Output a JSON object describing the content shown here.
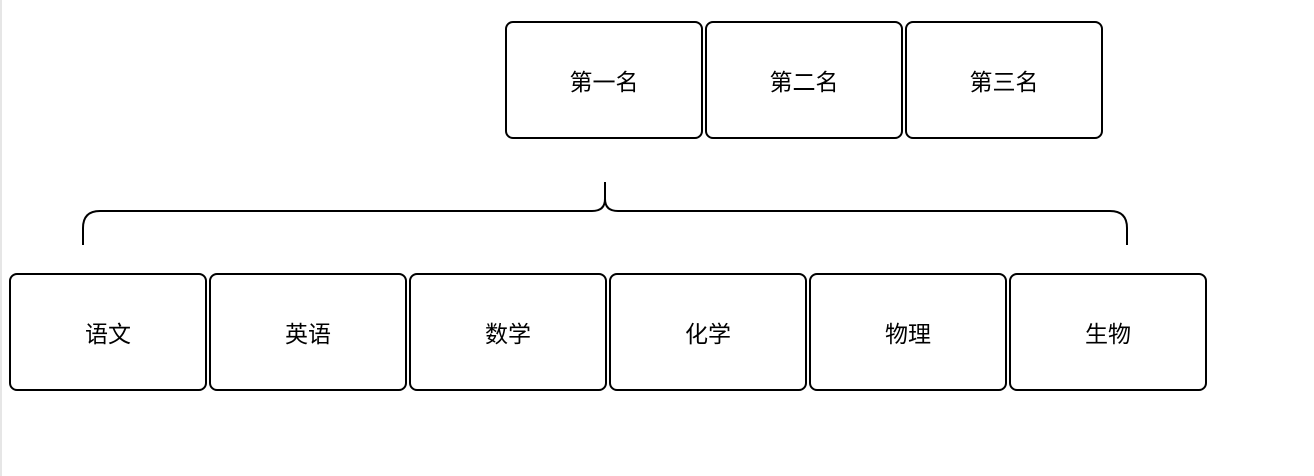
{
  "top_row": [
    {
      "label": "第一名"
    },
    {
      "label": "第二名"
    },
    {
      "label": "第三名"
    }
  ],
  "bottom_row": [
    {
      "label": "语文"
    },
    {
      "label": "英语"
    },
    {
      "label": "数学"
    },
    {
      "label": "化学"
    },
    {
      "label": "物理"
    },
    {
      "label": "生物"
    }
  ],
  "colors": {
    "stroke": "#000000",
    "fill": "#ffffff"
  }
}
